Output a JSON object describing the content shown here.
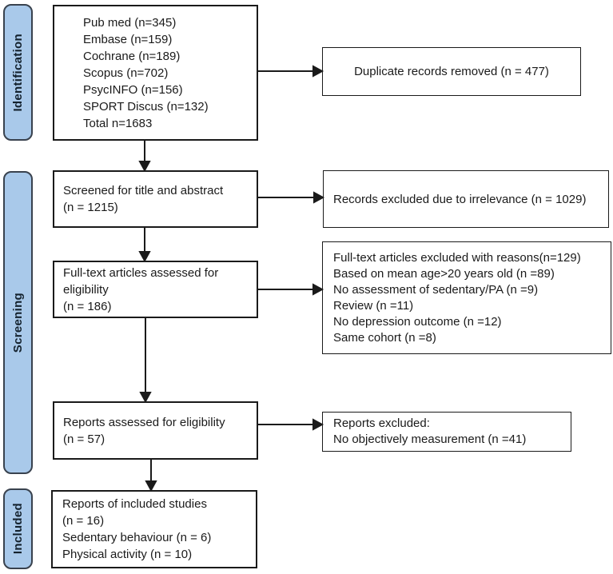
{
  "stages": [
    {
      "label": "Identification"
    },
    {
      "label": "Screening"
    },
    {
      "label": "Included"
    }
  ],
  "boxes": {
    "records_identified": {
      "lines": [
        "Pub med (n=345)",
        "Embase (n=159)",
        "Cochrane (n=189)",
        "Scopus (n=702)",
        "PsycINFO (n=156)",
        "SPORT Discus (n=132)",
        "Total n=1683"
      ]
    },
    "duplicates_removed": {
      "lines": [
        "Duplicate records removed (n = 477)"
      ]
    },
    "screened": {
      "lines": [
        "Screened for title and abstract",
        "(n = 1215)"
      ]
    },
    "records_excluded": {
      "lines": [
        "Records excluded due to irrelevance (n = 1029)"
      ]
    },
    "fulltext_assessed": {
      "lines": [
        "Full-text articles assessed for",
        "eligibility",
        "(n = 186)"
      ]
    },
    "fulltext_excluded": {
      "lines": [
        "Full-text articles excluded with reasons(n=129)",
        "Based on mean age>20 years old (n =89)",
        "No assessment of sedentary/PA (n =9)",
        "Review (n =11)",
        "No depression outcome (n =12)",
        "Same cohort (n =8)"
      ]
    },
    "reports_assessed": {
      "lines": [
        "Reports assessed for eligibility",
        "(n = 57)"
      ]
    },
    "reports_excluded": {
      "lines": [
        "Reports excluded:",
        "No objectively measurement (n =41)"
      ]
    },
    "included_studies": {
      "lines": [
        "Reports of included studies",
        "(n = 16)",
        "Sedentary behaviour (n = 6)",
        "Physical activity (n = 10)"
      ]
    }
  },
  "colors": {
    "stage_fill": "#a9c9ea",
    "stage_border": "#39424e",
    "box_border": "#1a1a1a",
    "arrow": "#1a1a1a",
    "text": "#1a1a1a",
    "background": "#ffffff"
  }
}
